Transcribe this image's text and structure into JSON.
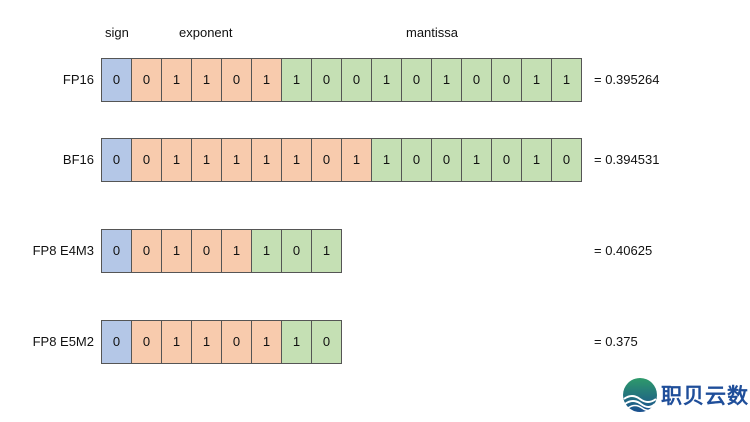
{
  "headers": {
    "sign": "sign",
    "exponent": "exponent",
    "mantissa": "mantissa"
  },
  "colors": {
    "sign": "#b4c7e7",
    "exponent": "#f8cbad",
    "mantissa": "#c5e0b4"
  },
  "rows": [
    {
      "label": "FP16",
      "sign": "0",
      "exponent": [
        "0",
        "1",
        "1",
        "0",
        "1"
      ],
      "mantissa": [
        "1",
        "0",
        "0",
        "1",
        "0",
        "1",
        "0",
        "0",
        "1",
        "1"
      ],
      "value": "= 0.395264"
    },
    {
      "label": "BF16",
      "sign": "0",
      "exponent": [
        "0",
        "1",
        "1",
        "1",
        "1",
        "1",
        "0",
        "1"
      ],
      "mantissa": [
        "1",
        "0",
        "0",
        "1",
        "0",
        "1",
        "0"
      ],
      "value": "= 0.394531"
    },
    {
      "label": "FP8 E4M3",
      "sign": "0",
      "exponent": [
        "0",
        "1",
        "0",
        "1"
      ],
      "mantissa": [
        "1",
        "0",
        "1"
      ],
      "value": "= 0.40625"
    },
    {
      "label": "FP8 E5M2",
      "sign": "0",
      "exponent": [
        "0",
        "1",
        "1",
        "0",
        "1"
      ],
      "mantissa": [
        "1",
        "0"
      ],
      "value": "= 0.375"
    }
  ],
  "logo": {
    "text": "职贝云数"
  }
}
